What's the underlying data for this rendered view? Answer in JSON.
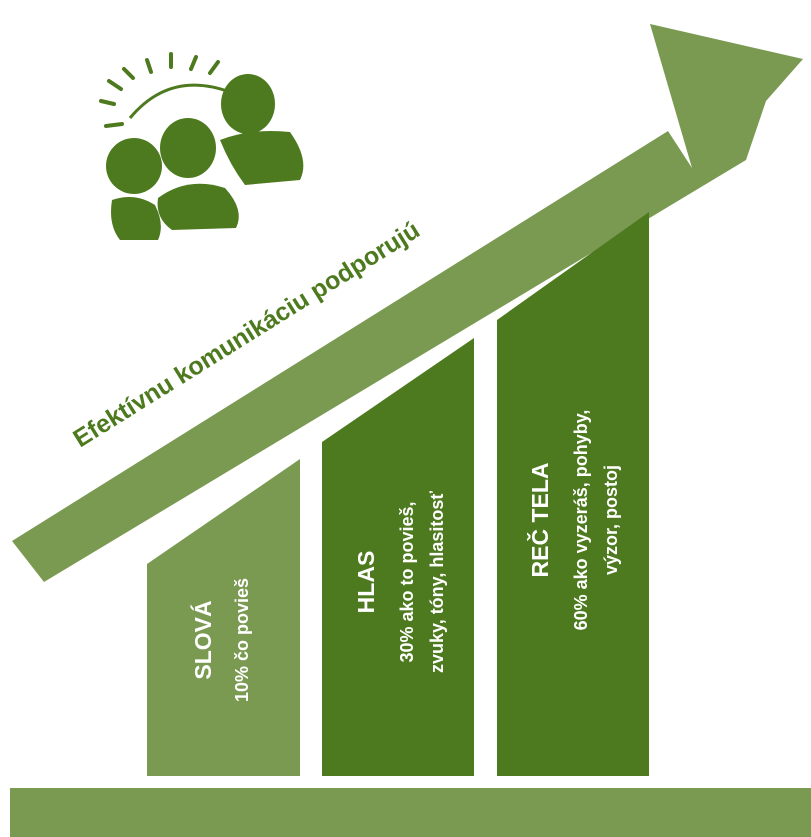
{
  "arrow": {
    "label": "Efektívnu komunikáciu podporujú"
  },
  "bars": [
    {
      "title": "SLOVÁ",
      "lines": [
        "10% čo povieš"
      ]
    },
    {
      "title": "HLAS",
      "lines": [
        "30%  ako to povieš,",
        "zvuky, tóny, hlasitosť"
      ]
    },
    {
      "title": "REČ  TELA",
      "lines": [
        "60% ako vyzeráš, pohyby,",
        "výzor, postoj"
      ]
    }
  ],
  "colors": {
    "light_green": "#7a9a52",
    "dark_green": "#4e7a1f",
    "icon_green": "#4e7a1f",
    "text_on_bar": "#ffffff",
    "arrow_text": "#4e7a1f"
  },
  "icon": {
    "name": "people-group-icon"
  }
}
